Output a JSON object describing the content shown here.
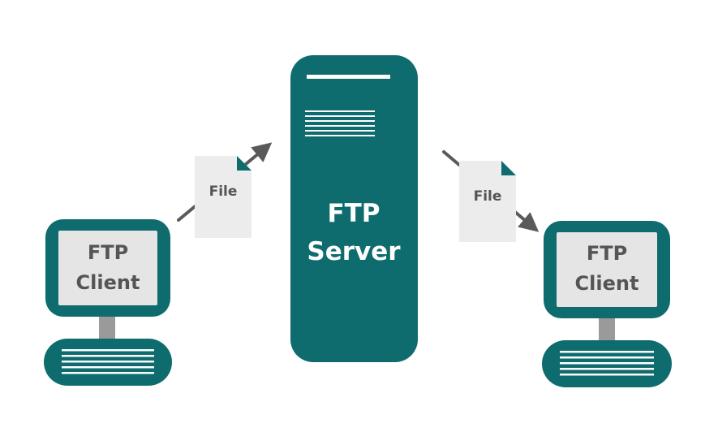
{
  "colors": {
    "teal": "#0f6c6e",
    "screen": "#e5e5e6",
    "neck": "#9a9a9a",
    "paper": "#ececec",
    "fold": "#0f6c6e",
    "arrow": "#5a5a5a",
    "text_dark": "#555555",
    "text_light": "#ffffff"
  },
  "server": {
    "label_line1": "FTP",
    "label_line2": "Server"
  },
  "client_left": {
    "label_line1": "FTP",
    "label_line2": "Client"
  },
  "client_right": {
    "label_line1": "FTP",
    "label_line2": "Client"
  },
  "file_left": {
    "label": "File"
  },
  "file_right": {
    "label": "File"
  },
  "icons": [
    "server-icon",
    "monitor-icon",
    "keyboard-icon",
    "document-icon",
    "arrow-icon"
  ]
}
